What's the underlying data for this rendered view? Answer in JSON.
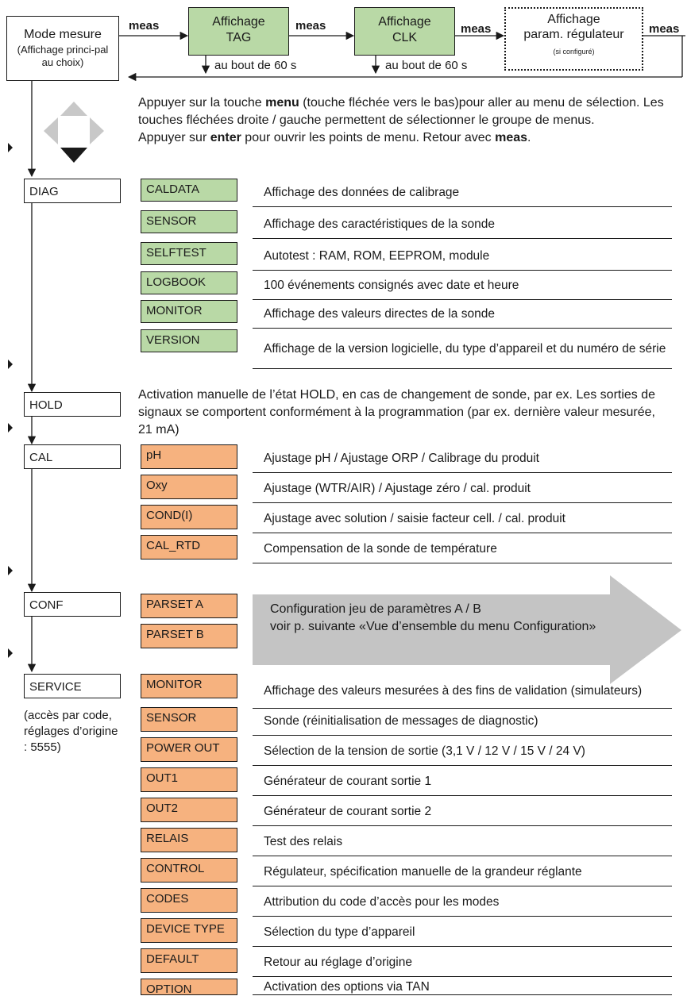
{
  "flow": {
    "mode_title": "Mode mesure",
    "mode_sub": "(Affichage princi-pal au choix)",
    "meas": "meas",
    "tag_line1": "Affichage",
    "tag_line2": "TAG",
    "clk_line1": "Affichage",
    "clk_line2": "CLK",
    "reg_line1": "Affichage",
    "reg_line2": "param. régulateur",
    "reg_note": "(si configuré)",
    "after60": "au bout de 60 s"
  },
  "intro": {
    "p1_pre": "Appuyer sur la touche ",
    "p1_key": "menu",
    "p1_post": " (touche fléchée vers le bas)pour aller au menu de sélection. Les touches fléchées droite / gauche permettent de sélectionner le groupe de menus.",
    "p2_pre": "Appuyer sur ",
    "p2_key": "enter",
    "p2_mid": " pour ouvrir les points de menu. Retour avec ",
    "p2_key2": "meas",
    "p2_end": "."
  },
  "groups": {
    "diag": "DIAG",
    "hold": "HOLD",
    "cal": "CAL",
    "conf": "CONF",
    "service": "SERVICE",
    "service_note": "(accès par code, réglages d’origine : 5555)",
    "hold_text": "Activation manuelle de l’état HOLD, en cas de changement de sonde, par ex. Les sorties de signaux se comportent conformément à la programmation (par ex. dernière valeur mesurée, 21 mA)"
  },
  "diag_items": [
    {
      "label": "CALDATA",
      "desc": "Affichage des données de calibrage"
    },
    {
      "label": "SENSOR",
      "desc": "Affichage des caractéristiques de la sonde"
    },
    {
      "label": "SELFTEST",
      "desc": "Autotest : RAM, ROM, EEPROM, module"
    },
    {
      "label": "LOGBOOK",
      "desc": "100 événements consignés avec date et heure"
    },
    {
      "label": "MONITOR",
      "desc": "Affichage des valeurs directes de la sonde"
    },
    {
      "label": "VERSION",
      "desc": "Affichage de la version logicielle, du type d’appareil et du numéro de série"
    }
  ],
  "cal_items": [
    {
      "label": "pH",
      "desc": "Ajustage pH / Ajustage ORP / Calibrage du produit"
    },
    {
      "label": "Oxy",
      "desc": "Ajustage (WTR/AIR) / Ajustage zéro / cal. produit"
    },
    {
      "label": "COND(I)",
      "desc": "Ajustage avec solution / saisie facteur cell. / cal. produit"
    },
    {
      "label": "CAL_RTD",
      "desc": "Compensation de la sonde de température"
    }
  ],
  "conf_items": [
    {
      "label": "PARSET A"
    },
    {
      "label": "PARSET B"
    }
  ],
  "conf_text": {
    "line1": "Configuration jeu de paramètres A / B",
    "line2": "voir p. suivante «Vue d’ensemble du menu Configuration»"
  },
  "service_items": [
    {
      "label": "MONITOR",
      "desc": "Affichage des valeurs mesurées à des fins de validation (simulateurs)"
    },
    {
      "label": "SENSOR",
      "desc": "Sonde (réinitialisation de messages de diagnostic)"
    },
    {
      "label": "POWER OUT",
      "desc": "Sélection de la tension de sortie (3,1 V / 12 V / 15 V / 24 V)"
    },
    {
      "label": "OUT1",
      "desc": "Générateur de courant sortie 1"
    },
    {
      "label": "OUT2",
      "desc": "Générateur de courant sortie 2"
    },
    {
      "label": "RELAIS",
      "desc": "Test des relais"
    },
    {
      "label": "CONTROL",
      "desc": "Régulateur, spécification manuelle de la grandeur réglante"
    },
    {
      "label": "CODES",
      "desc": "Attribution du code d’accès pour les modes"
    },
    {
      "label": "DEVICE TYPE",
      "desc": "Sélection du type d’appareil"
    },
    {
      "label": "DEFAULT",
      "desc": "Retour au réglage d’origine"
    },
    {
      "label": "OPTION",
      "desc": "Activation des options via TAN"
    }
  ],
  "colors": {
    "green": "#b9d9a6",
    "orange": "#f6b27f",
    "arrow_grey": "#c4c4c4"
  }
}
